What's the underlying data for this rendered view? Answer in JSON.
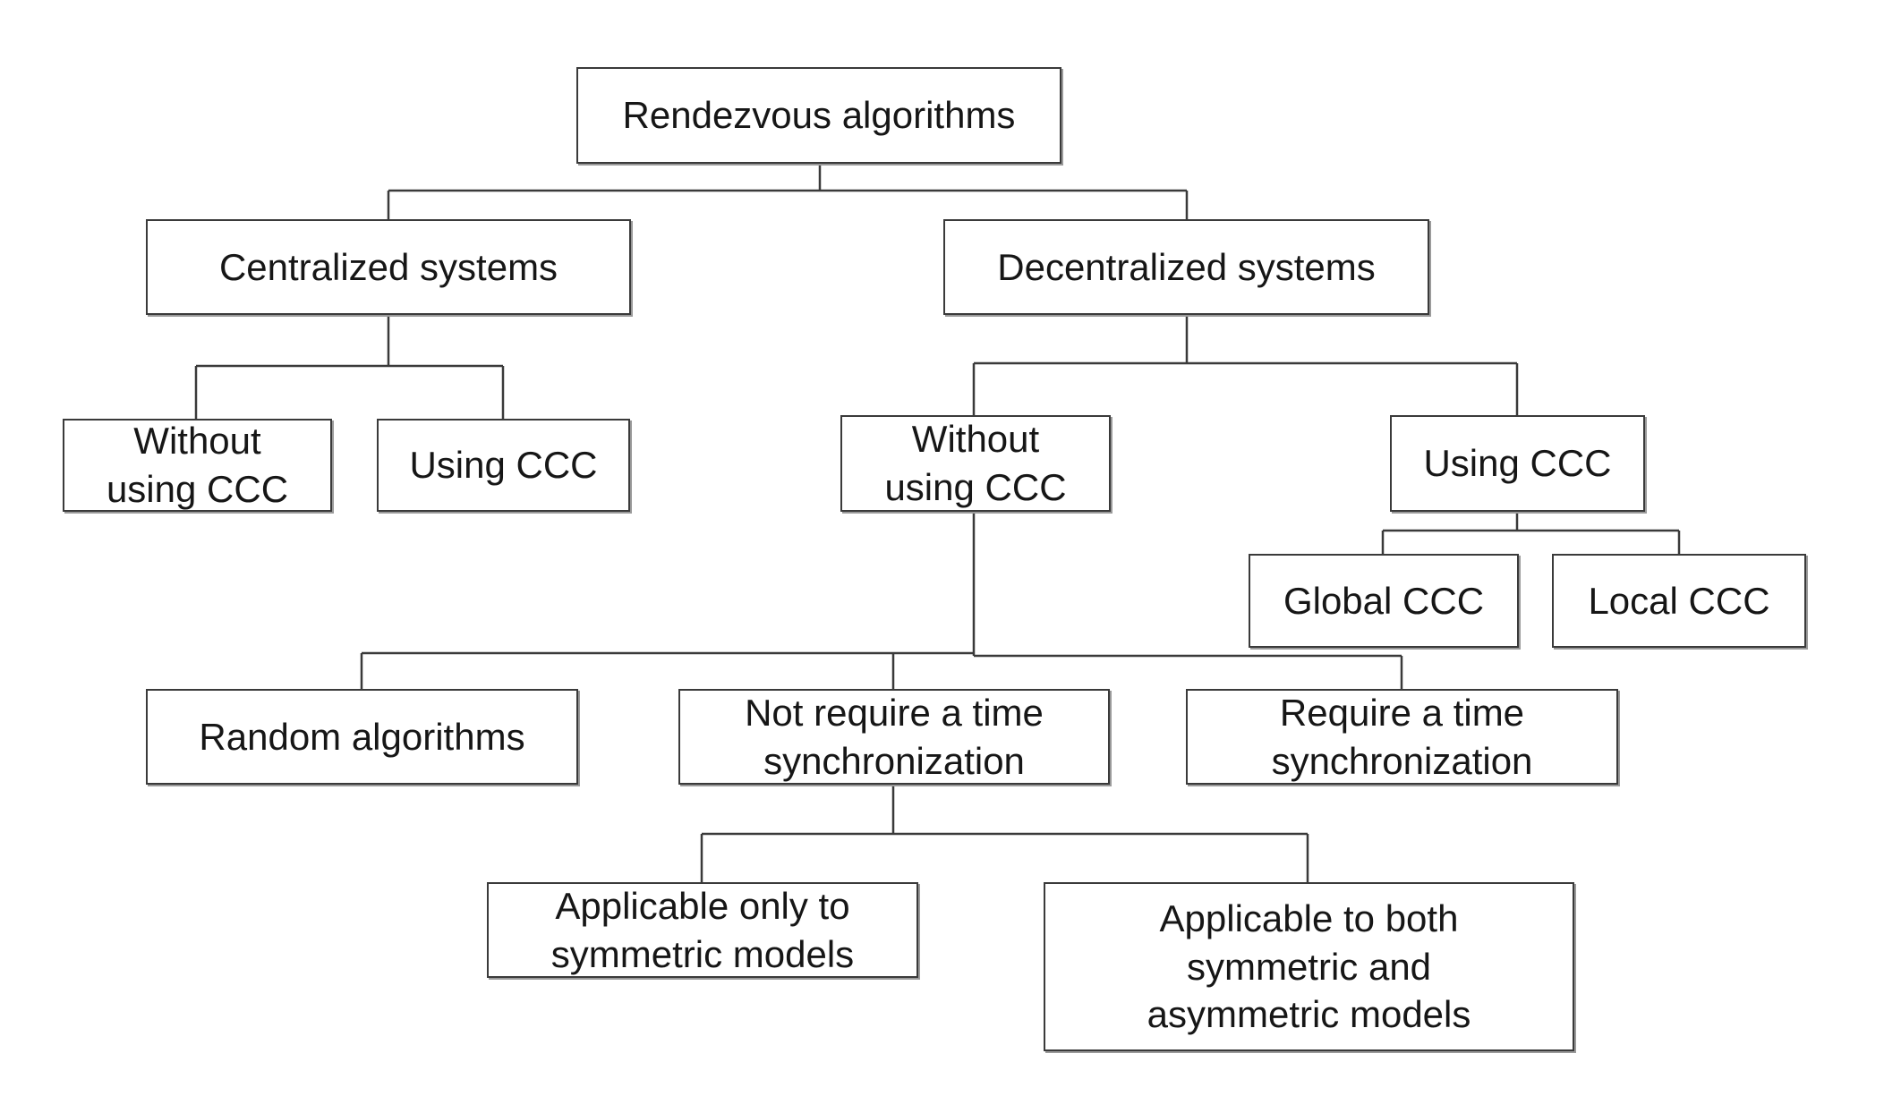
{
  "nodes": {
    "root": "Rendezvous algorithms",
    "centralized": "Centralized systems",
    "decentralized": "Decentralized systems",
    "c_without": "Without\nusing CCC",
    "c_using": "Using CCC",
    "d_without": "Without\nusing CCC",
    "d_using": "Using CCC",
    "global": "Global CCC",
    "local": "Local CCC",
    "random": "Random algorithms",
    "not_sync": "Not require a time\nsynchronization",
    "sync": "Require a time\nsynchronization",
    "symmetric": "Applicable only to\nsymmetric models",
    "both": "Applicable to both\nsymmetric and\nasymmetric models"
  }
}
